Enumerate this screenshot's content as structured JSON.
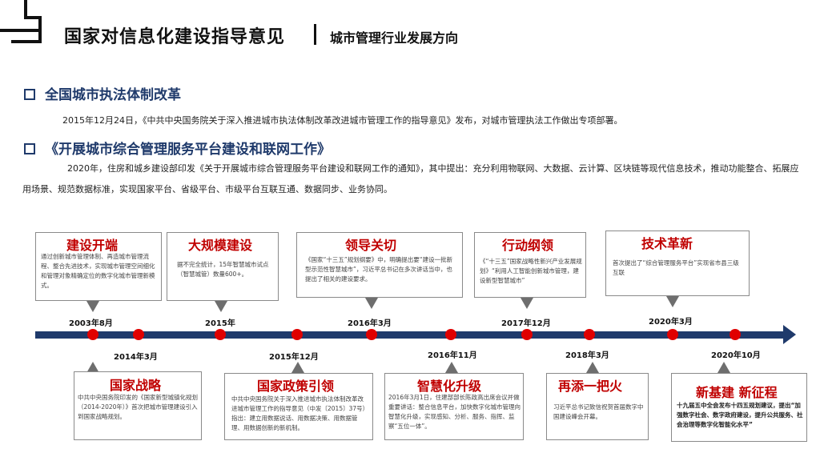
{
  "header": {
    "title": "国家对信息化建设指导意见",
    "subtitle": "城市管理行业发展方向"
  },
  "sections": [
    {
      "title": "全国城市执法体制改革",
      "text": "2015年12月24日，《中共中央国务院关于深入推进城市执法体制改革改进城市管理工作的指导意见》发布，对城市管理执法工作做出专项部署。"
    },
    {
      "title": "《开展城市综合管理服务平台建设和联网工作》",
      "text": "2020年，住房和城乡建设部印发《关于开展城市综合管理服务平台建设和联网工作的通知》，其中提出：充分利用物联网、大数据、云计算、区块链等现代信息技术，推动功能整合、拓展应用场景、规范数据标准，实现国家平台、省级平台、市级平台互联互通、数据同步、业务协同。"
    }
  ],
  "timeline": {
    "top": [
      {
        "date": "2003年8月",
        "title": "建设开端",
        "body": "通过创新城市管理体制、再造城市管理流程、整合先进技术，实现城市管理空间细化和管理对象精确定位的数字化城市管理新模式。"
      },
      {
        "date": "2015年",
        "title": "大规模建设",
        "body": "据不完全统计，15年智慧城市试点（智慧城管）数量600+。"
      },
      {
        "date": "2016年3月",
        "title": "领导关切",
        "body": "《国家“十三五”规划纲要》中，明确提出要“建设一批新型示范性智慧城市”，习近平总书记在多次讲话当中，也提出了相关的建设要求。"
      },
      {
        "date": "2017年12月",
        "title": "行动纲领",
        "body": "《“十三五”国家战略性新兴产业发展规划》“利用人工智能创新城市管理，建设新型智慧城市”"
      },
      {
        "date": "2020年3月",
        "title": "技术革新",
        "body": "首次提出了“综合管理服务平台”实现省市县三级互联"
      }
    ],
    "bottom": [
      {
        "date": "2014年3月",
        "title": "国家战略",
        "body": "中共中央国务院印发的《国家新型城镇化规划（2014-2020年）》首次把城市管理建设引入到国家战略规划。"
      },
      {
        "date": "2015年12月",
        "title": "国家政策引领",
        "body": "中共中央国务院关于深入推进城市执法体制改革改进城市管理工作的指导意见（中发〔2015〕37号）指出：建立用数据说话、用数据决策、用数据管理、用数据创新的新机制。"
      },
      {
        "date": "2016年11月",
        "title": "智慧化升级",
        "body": "2016年3月1日，住建部部长陈政高出席会议并做重要讲话：整合信息平台，加快数字化城市管理向智慧化升级，实现感知、分析、服务、指挥、监察“五位一体”。"
      },
      {
        "date": "2018年3月",
        "title": "再添一把火",
        "body": "习近平总书记致信祝贺首届数字中国建设峰会开幕。"
      },
      {
        "date": "2020年10月",
        "title": "新基建 新征程",
        "body": "十九届五中全会发布十四五规划建议，提出“加强数字社会、数字政府建设，提升公共服务、社会治理等数字化智能化水平”"
      }
    ]
  },
  "colors": {
    "accent": "#c00000",
    "navy": "#1f3a6b",
    "dot": "#e00000"
  }
}
